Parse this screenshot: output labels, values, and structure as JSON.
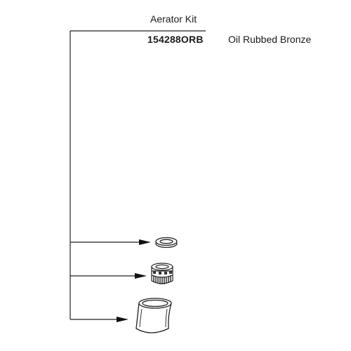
{
  "kit": {
    "title": "Aerator Kit",
    "part_number": "154288ORB",
    "finish": "Oil Rubbed Bronze"
  },
  "parts": [
    {
      "name": "washer-ring"
    },
    {
      "name": "aerator-insert"
    },
    {
      "name": "aerator-housing"
    }
  ]
}
